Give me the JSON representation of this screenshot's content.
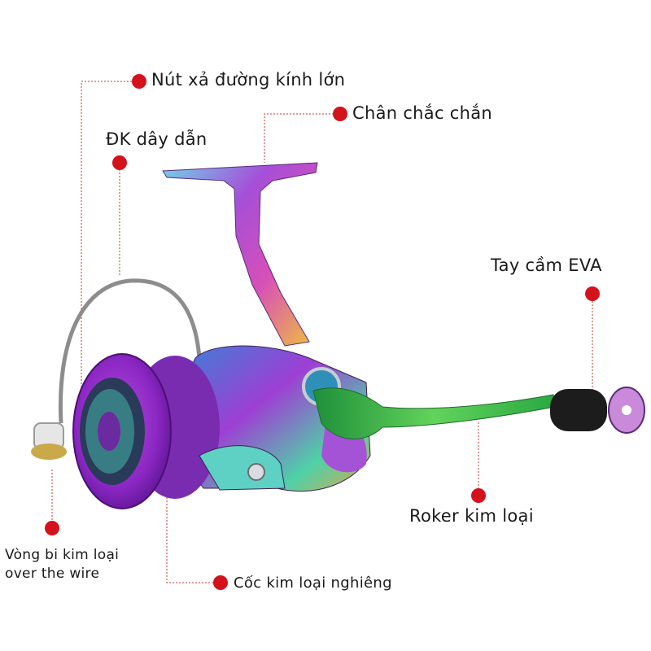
{
  "callouts": {
    "nut_xa": "Nút xả đường kính lớn",
    "dk_day_dan": "ĐK dây dẫn",
    "chan_chac_chan": "Chân chắc chắn",
    "tay_cam": "Tay cầm EVA",
    "roker": "Roker kim loại",
    "vong_bi_line1": "Vòng bi kim loại",
    "vong_bi_line2": "over the wire",
    "coc_kim_loai": "Cốc kim loại nghiêng"
  },
  "colors": {
    "dot": "#d3121c",
    "leader_line": "#c0392b",
    "spool": "#8e2bbf",
    "handle_arm": "#3cc24a",
    "knob": "#1a1a1a"
  }
}
